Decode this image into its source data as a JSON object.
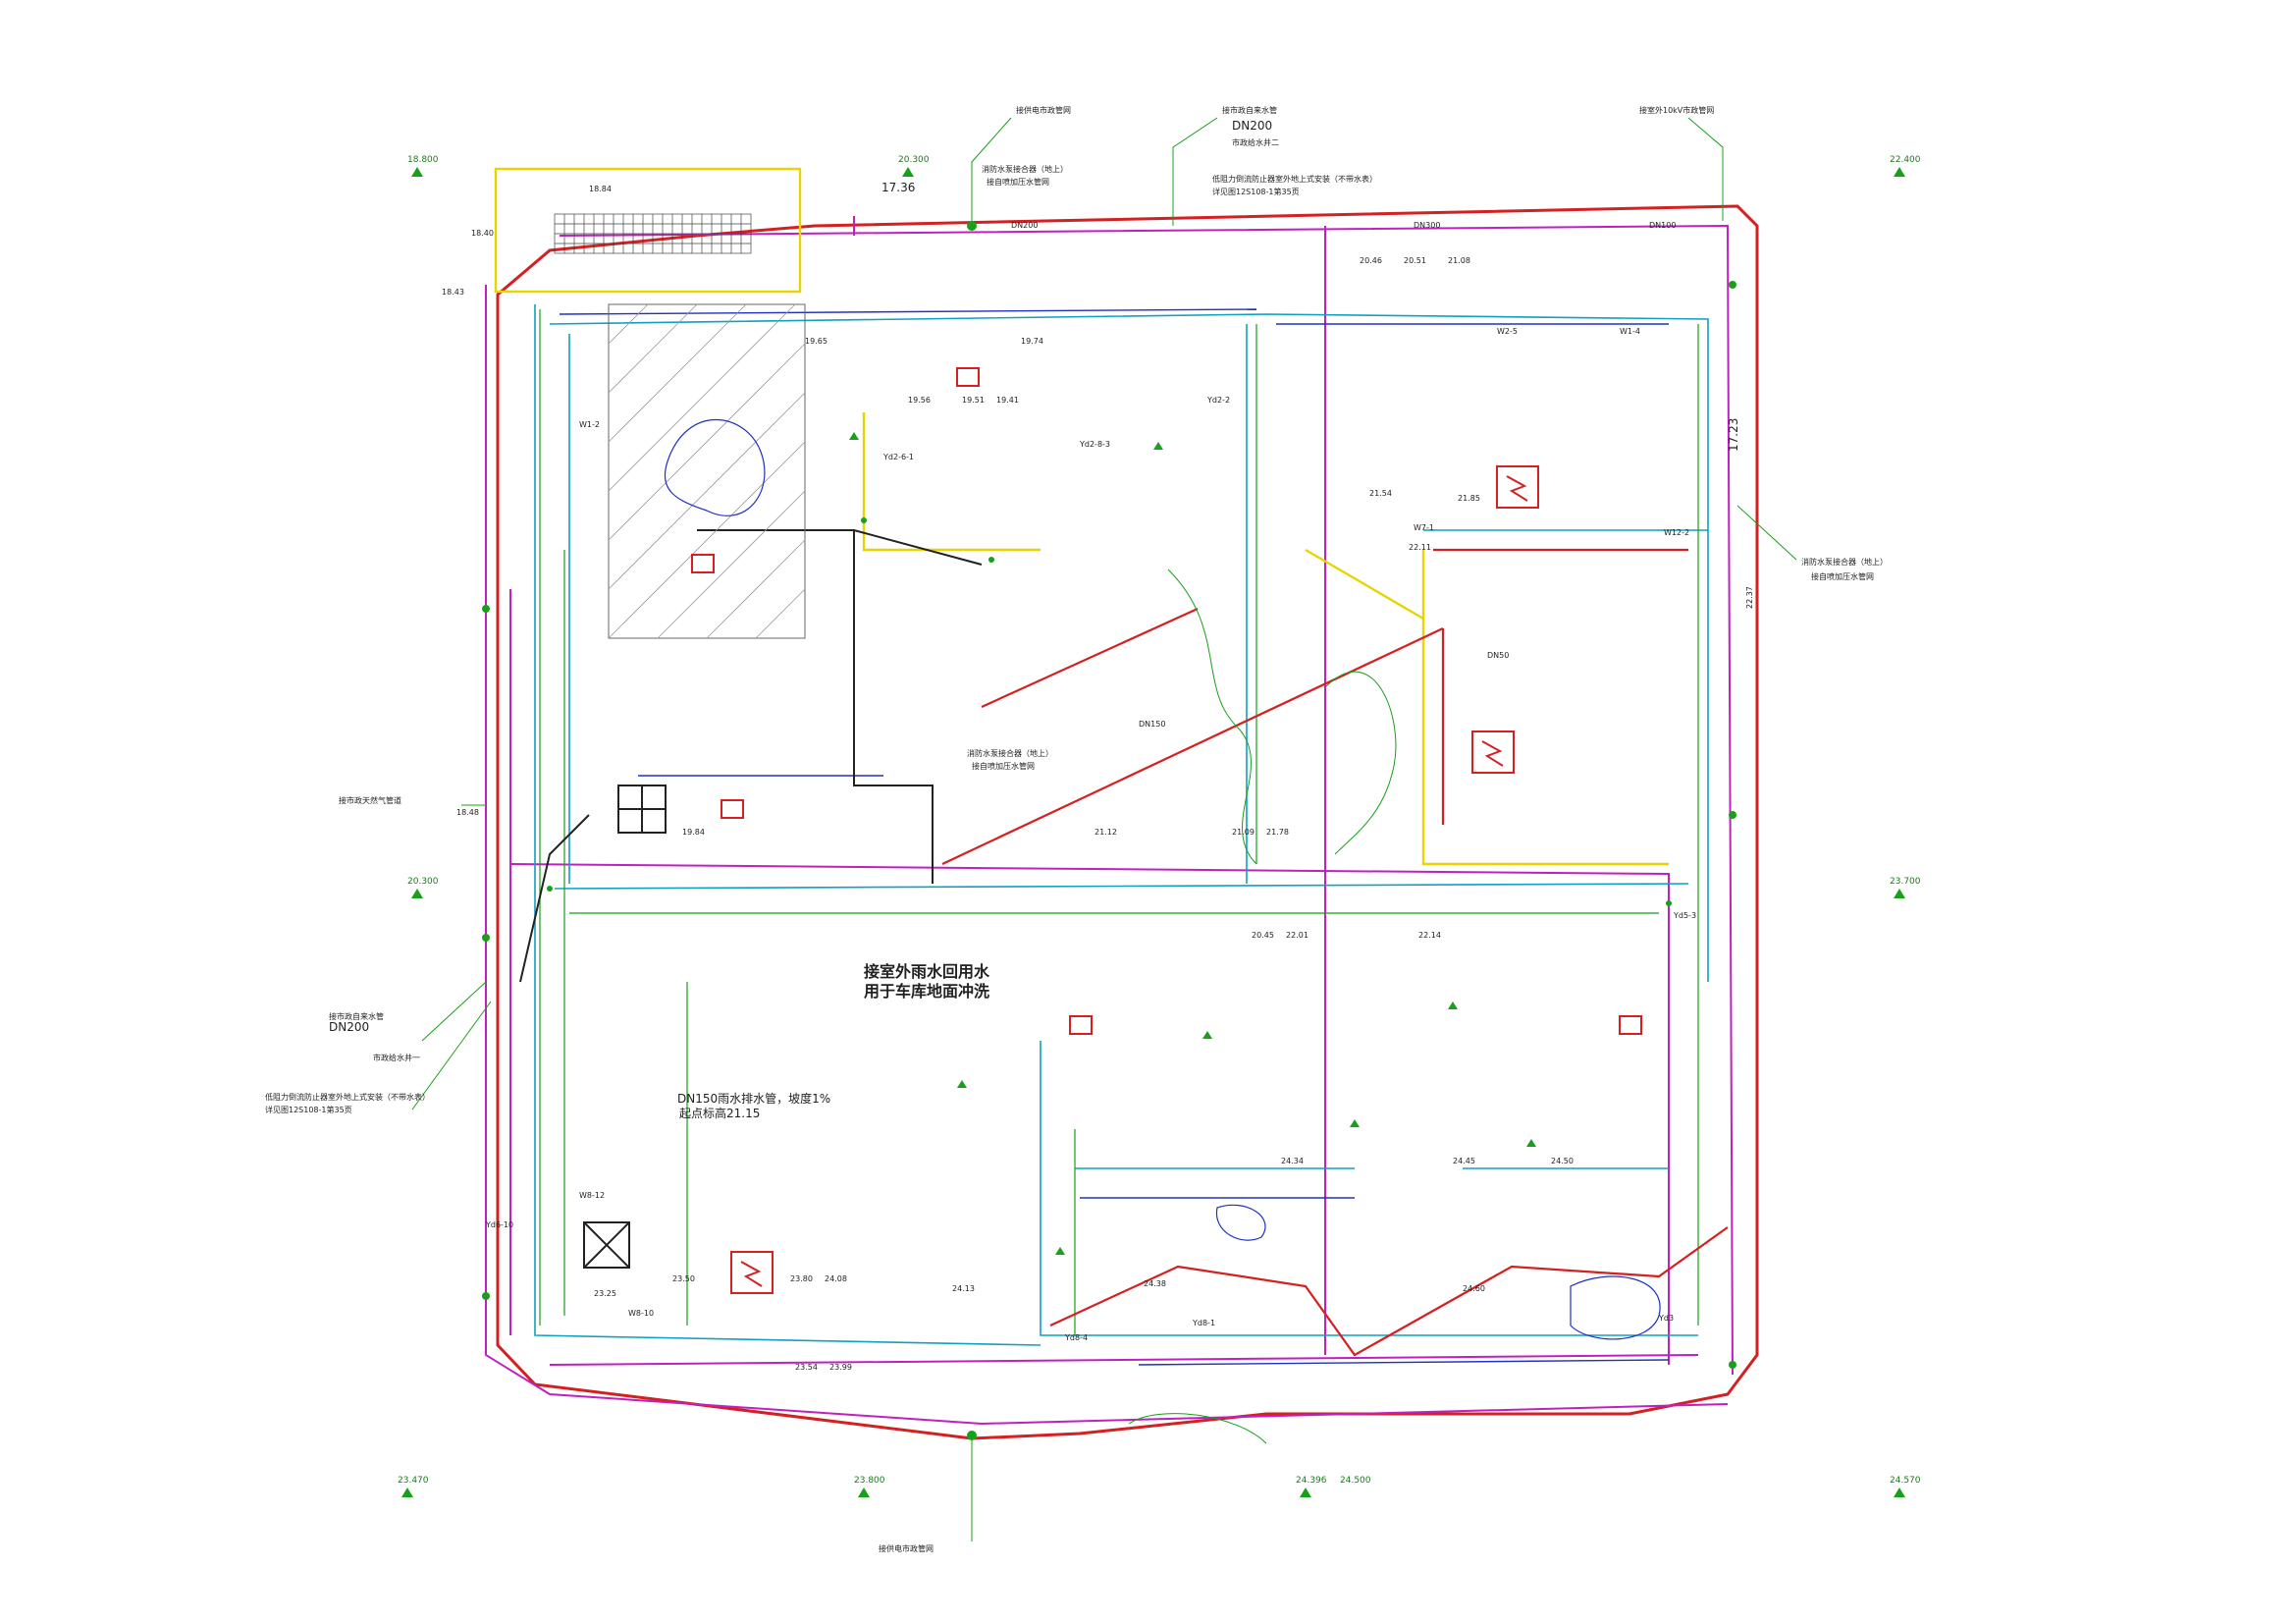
{
  "drawing": {
    "center_note_line1": "接室外雨水回用水",
    "center_note_line2": "用于车库地面冲洗",
    "left_note_dn200": "DN200",
    "left_note_1": "接市政自来水管",
    "left_note_2": "市政给水井一",
    "left_note_3": "低阻力倒流防止器室外地上式安装（不带水表）",
    "left_note_4": "详见图12S108-1第35页",
    "left_gas_note": "接市政天然气管道",
    "top_note_dn200": "DN200",
    "top_note_1": "接市政自来水管",
    "top_note_2": "市政给水井二",
    "top_note_3": "低阻力倒流防止器室外地上式安装（不带水表）",
    "top_note_4": "详见图12S108-1第35页",
    "top_power_note": "接供电市政管网",
    "top_right_note": "接室外10kV市政管网",
    "bottom_power_note": "接供电市政管网",
    "right_note_1": "消防水泵接合器（地上）",
    "right_note_2": "接自喷加压水管网",
    "mid_note_1": "消防水泵接合器（地上）",
    "mid_note_2": "接自喷加压水管网",
    "drain_note_1": "DN150雨水排水管，坡度1%",
    "drain_note_2": "起点标高21.15",
    "dim_top": "17.36",
    "dim_right": "17.23",
    "elevations": {
      "corner_tl": "18.800",
      "corner_tr": "22.400",
      "corner_bl": "23.470",
      "corner_br": "24.570",
      "edge_left": "20.300",
      "edge_right": "23.700",
      "top_mid": "20.300",
      "bottom_mid": "23.800",
      "bottom_mid2": "24.500",
      "bottom_mid3": "24.396"
    },
    "levels": {
      "l1": "18.84",
      "l2": "18.40",
      "l3": "18.43",
      "l4": "19.56",
      "l5": "19.51",
      "l6": "19.41",
      "l7": "19.74",
      "l8": "19.65",
      "l9": "20.46",
      "l10": "20.51",
      "l11": "21.08",
      "l12": "21.54",
      "l13": "21.85",
      "l14": "22.11",
      "l15": "24.34",
      "l16": "24.45",
      "l17": "24.50",
      "l18": "23.50",
      "l19": "23.25",
      "l20": "24.13",
      "l21": "23.54",
      "l22": "23.99",
      "l23": "20.45",
      "l24": "22.01",
      "l25": "21.09",
      "l26": "21.78",
      "l27": "19.84",
      "l28": "18.48",
      "l29": "22.14",
      "l30": "21.12",
      "l31": "23.80",
      "l32": "24.08",
      "l33": "24.60",
      "l34": "24.38",
      "l35": "22.37"
    },
    "pipe_labels": {
      "p1": "DN200",
      "p2": "DN150",
      "p3": "DN100",
      "p4": "DN300",
      "p5": "DN50",
      "p6": "Yd2-2",
      "p7": "Yd2-8-3",
      "p8": "Yd2-6-1",
      "p9": "W1-2",
      "p10": "W1-4",
      "p11": "W2-5",
      "p12": "Yd5-3",
      "p13": "W8-10",
      "p14": "Yd8-1",
      "p15": "Yd8-4",
      "p16": "W8-12",
      "p17": "W7-1",
      "p18": "W12-2",
      "p19": "Yd3",
      "p20": "Yd6-10"
    },
    "colors": {
      "boundary_red": "#d42020",
      "water_magenta": "#c020c0",
      "drain_green": "#18a018",
      "cyan": "#10a0c0",
      "blue": "#2030c0",
      "yellow": "#e8d400",
      "dark": "#222222"
    }
  }
}
